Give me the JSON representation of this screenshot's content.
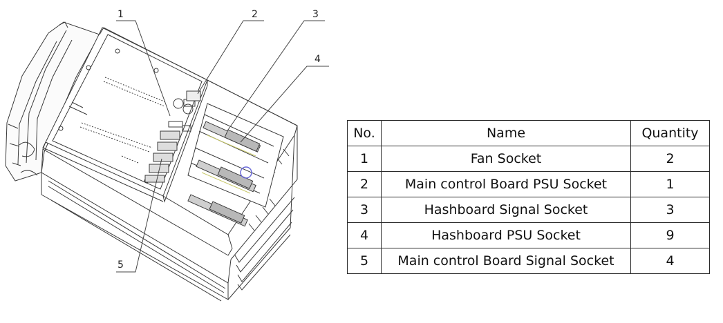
{
  "callouts": [
    "1",
    "2",
    "3",
    "4",
    "5"
  ],
  "table": {
    "headers": {
      "no": "No.",
      "name": "Name",
      "quantity": "Quantity"
    },
    "rows": [
      {
        "no": "1",
        "name": "Fan Socket",
        "quantity": "2"
      },
      {
        "no": "2",
        "name": "Main control Board PSU Socket",
        "quantity": "1"
      },
      {
        "no": "3",
        "name": "Hashboard Signal Socket",
        "quantity": "3"
      },
      {
        "no": "4",
        "name": "Hashboard PSU Socket",
        "quantity": "9"
      },
      {
        "no": "5",
        "name": "Main control Board Signal Socket",
        "quantity": "4"
      }
    ]
  }
}
